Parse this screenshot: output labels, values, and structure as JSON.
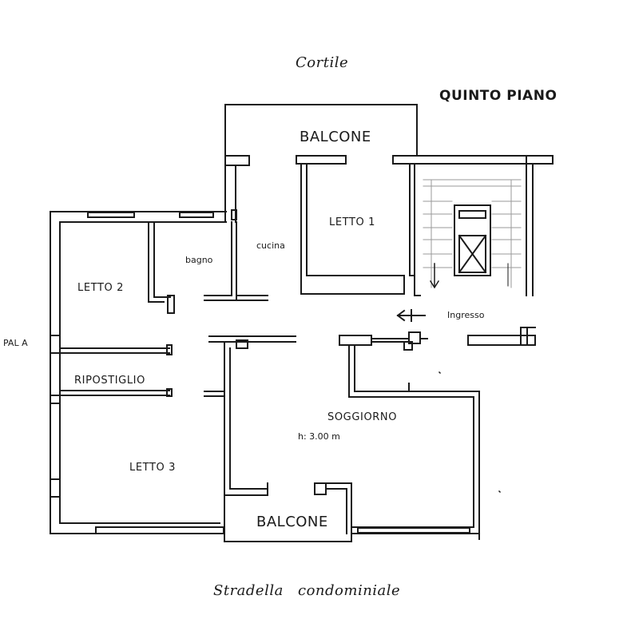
{
  "labels": {
    "cortile": "Cortile",
    "floor_title": "QUINTO PIANO",
    "balcone_top": "BALCONE",
    "letto1": "LETTO 1",
    "cucina": "cucina",
    "bagno": "bagno",
    "letto2": "LETTO 2",
    "pal_a": "PAL A",
    "ingresso": "Ingresso",
    "ripostiglio": "RIPOSTIGLIO",
    "soggiorno": "SOGGIORNO",
    "height": "h: 3.00 m",
    "letto3": "LETTO 3",
    "balcone_bottom": "BALCONE",
    "stradella": "Stradella",
    "condominiale": "condominiale"
  },
  "colors": {
    "ink": "#1a1a1a",
    "paper": "#ffffff",
    "wall_hatch": "#9a9a9a"
  }
}
